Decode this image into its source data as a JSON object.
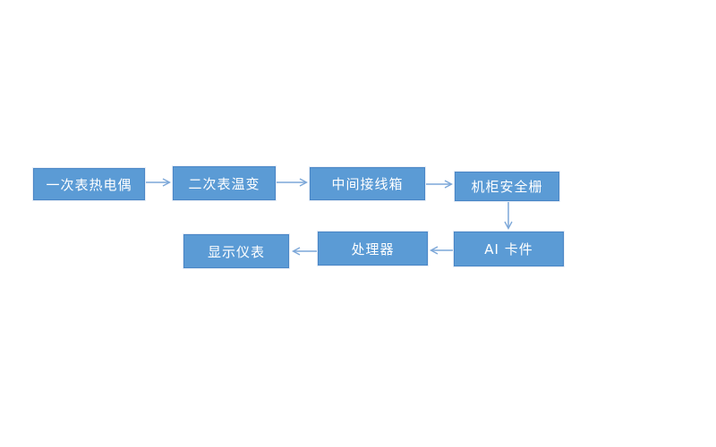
{
  "diagram": {
    "type": "flowchart",
    "background_color": "#FFFFFF",
    "node_style": {
      "fill_color": "#5B9BD5",
      "border_color": "#4A86C6",
      "text_color": "#FFFFFF"
    },
    "arrow_color": "#7CA7D8",
    "nodes": [
      {
        "id": "primary-thermocouple",
        "label": "一次表热电偶"
      },
      {
        "id": "secondary-transmitter",
        "label": "二次表温变"
      },
      {
        "id": "junction-box",
        "label": "中间接线箱"
      },
      {
        "id": "safety-barrier",
        "label": "机柜安全栅"
      },
      {
        "id": "ai-card",
        "label": "AI 卡件"
      },
      {
        "id": "processor",
        "label": "处理器"
      },
      {
        "id": "display-instrument",
        "label": "显示仪表"
      }
    ],
    "connections": [
      {
        "from": "一次表热电偶",
        "to": "二次表温变"
      },
      {
        "from": "二次表温变",
        "to": "中间接线箱"
      },
      {
        "from": "中间接线箱",
        "to": "机柜安全栅"
      },
      {
        "from": "机柜安全栅",
        "to": "AI 卡件"
      },
      {
        "from": "AI 卡件",
        "to": "处理器"
      },
      {
        "from": "处理器",
        "to": "显示仪表"
      }
    ]
  }
}
